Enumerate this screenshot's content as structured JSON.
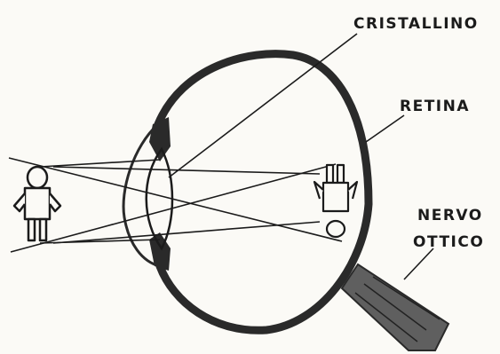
{
  "labels": {
    "lens": "CRISTALLINO",
    "retina": "RETINA",
    "optic_nerve_line1": "NERVO",
    "optic_nerve_line2": "OTTICO"
  },
  "colors": {
    "ink": "#1b1b1b",
    "wall": "#2a2a2a",
    "paper": "#fbfaf6"
  }
}
